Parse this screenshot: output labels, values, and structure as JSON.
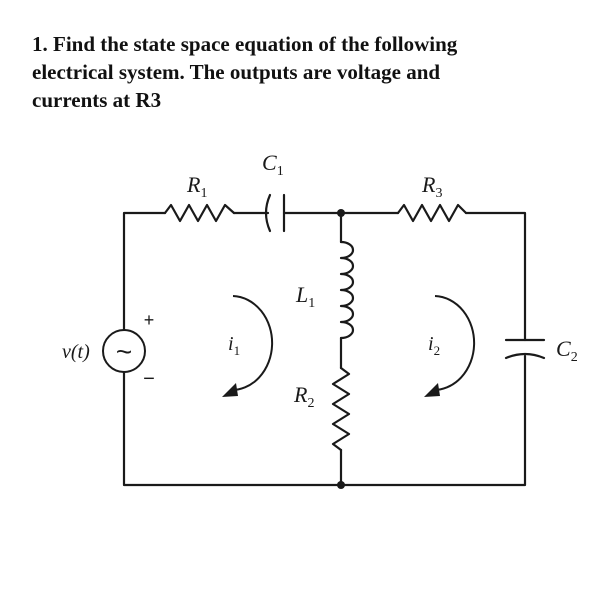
{
  "question": {
    "line1": "1. Find the state space equation of the following",
    "line2": "electrical system. The outputs are voltage and",
    "line3": "currents at R3"
  },
  "circuit": {
    "source_label": "v(t)",
    "source_symbol": "~",
    "source_plus": "+",
    "source_minus": "−",
    "components": {
      "R1": {
        "symbol": "R",
        "subscript": "1"
      },
      "C1": {
        "symbol": "C",
        "subscript": "1"
      },
      "R3": {
        "symbol": "R",
        "subscript": "3"
      },
      "L1": {
        "symbol": "L",
        "subscript": "1"
      },
      "R2": {
        "symbol": "R",
        "subscript": "2"
      },
      "C2": {
        "symbol": "C",
        "subscript": "2"
      }
    },
    "loop_currents": {
      "i1": {
        "symbol": "i",
        "subscript": "1"
      },
      "i2": {
        "symbol": "i",
        "subscript": "2"
      }
    }
  }
}
